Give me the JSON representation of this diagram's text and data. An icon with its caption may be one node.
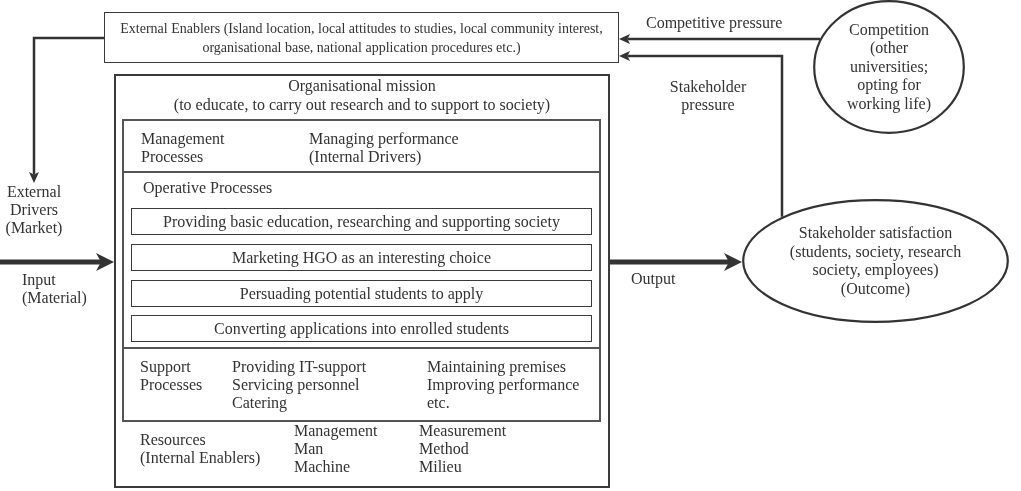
{
  "diagram": {
    "nodes": [
      {
        "text": [
          "External Enablers (Island location, local attitudes to studies, local community interest, organisational base, national application procedures etc.)"
        ]
      },
      {
        "text": [
          "Competition",
          "(other universities; opting for working life)"
        ]
      },
      {
        "text": [
          "Organisational mission",
          "(to educate, to carry out research and to support to society)",
          "Resources",
          "(Internal Enablers)",
          "Management Man Machine",
          "Measurement Method Milieu"
        ]
      },
      {
        "text": [
          "Management Processes",
          "Managing performance (Internal Drivers)"
        ],
        "in": 2
      },
      {
        "text": [
          "Operative Processes"
        ],
        "in": 2
      },
      {
        "text": [
          "Providing basic education, researching and supporting society"
        ],
        "in": 4
      },
      {
        "text": [
          "Marketing HGO as an interesting choice"
        ],
        "in": 4
      },
      {
        "text": [
          "Persuading potential students to apply"
        ],
        "in": 4
      },
      {
        "text": [
          "Converting applications into enrolled students"
        ],
        "in": 4
      },
      {
        "text": [
          "Support Processes",
          "Providing IT-support Servicing personnel Catering",
          "Maintaining premises Improving performance etc."
        ],
        "in": 2
      },
      {
        "text": [
          "External Drivers (Market)"
        ]
      },
      {
        "text": [
          "Stakeholder satisfaction",
          "(students, society, research society, employees)",
          "(Outcome)"
        ]
      }
    ],
    "edges": [
      {
        "from": 0,
        "to": 10,
        "arrow": "to"
      },
      {
        "from": 1,
        "to": 0,
        "arrow": "to",
        "label": "Competitive pressure"
      },
      {
        "from": 11,
        "to": 0,
        "arrow": "to",
        "label": "Stakeholder pressure"
      },
      {
        "from": null,
        "to": 2,
        "arrow": "to",
        "label": "Input (Material)",
        "style": "thick"
      },
      {
        "from": 2,
        "to": 11,
        "arrow": "to",
        "label": "Output",
        "style": "thick"
      }
    ]
  }
}
